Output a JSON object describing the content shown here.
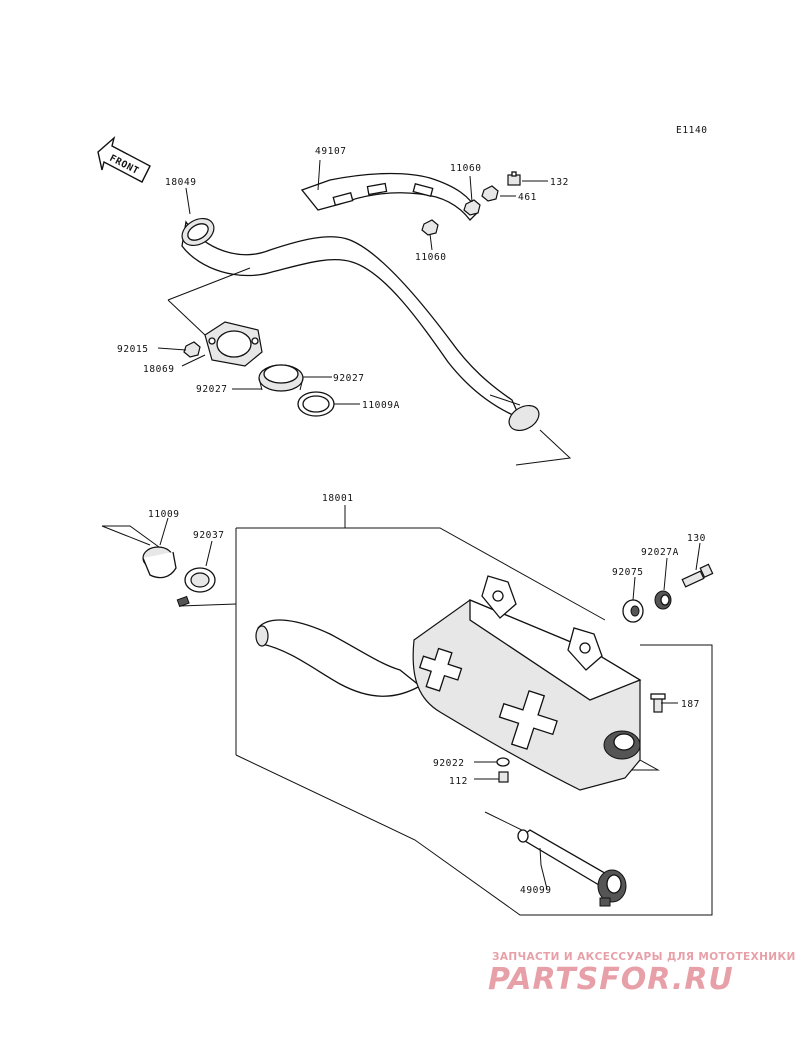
{
  "diagram": {
    "code": "E1140",
    "front_label": "FRONT",
    "parts": {
      "p18049": "18049",
      "p49107": "49107",
      "p11060a": "11060",
      "p11060b": "11060",
      "p132": "132",
      "p461": "461",
      "p92015": "92015",
      "p18069": "18069",
      "p92027a": "92027",
      "p92027b": "92027",
      "p11009A": "11009A",
      "p18001": "18001",
      "p11009": "11009",
      "p92037": "92037",
      "p130": "130",
      "p92027A": "92027A",
      "p92075": "92075",
      "p187": "187",
      "p92022": "92022",
      "p112": "112",
      "p49099": "49099"
    }
  },
  "watermark": {
    "tagline": "ЗАПЧАСТИ И АКСЕССУАРЫ ДЛЯ МОТОТЕХНИКИ",
    "logo": "PARTSFOR.RU",
    "color": "#e8a0a8"
  }
}
